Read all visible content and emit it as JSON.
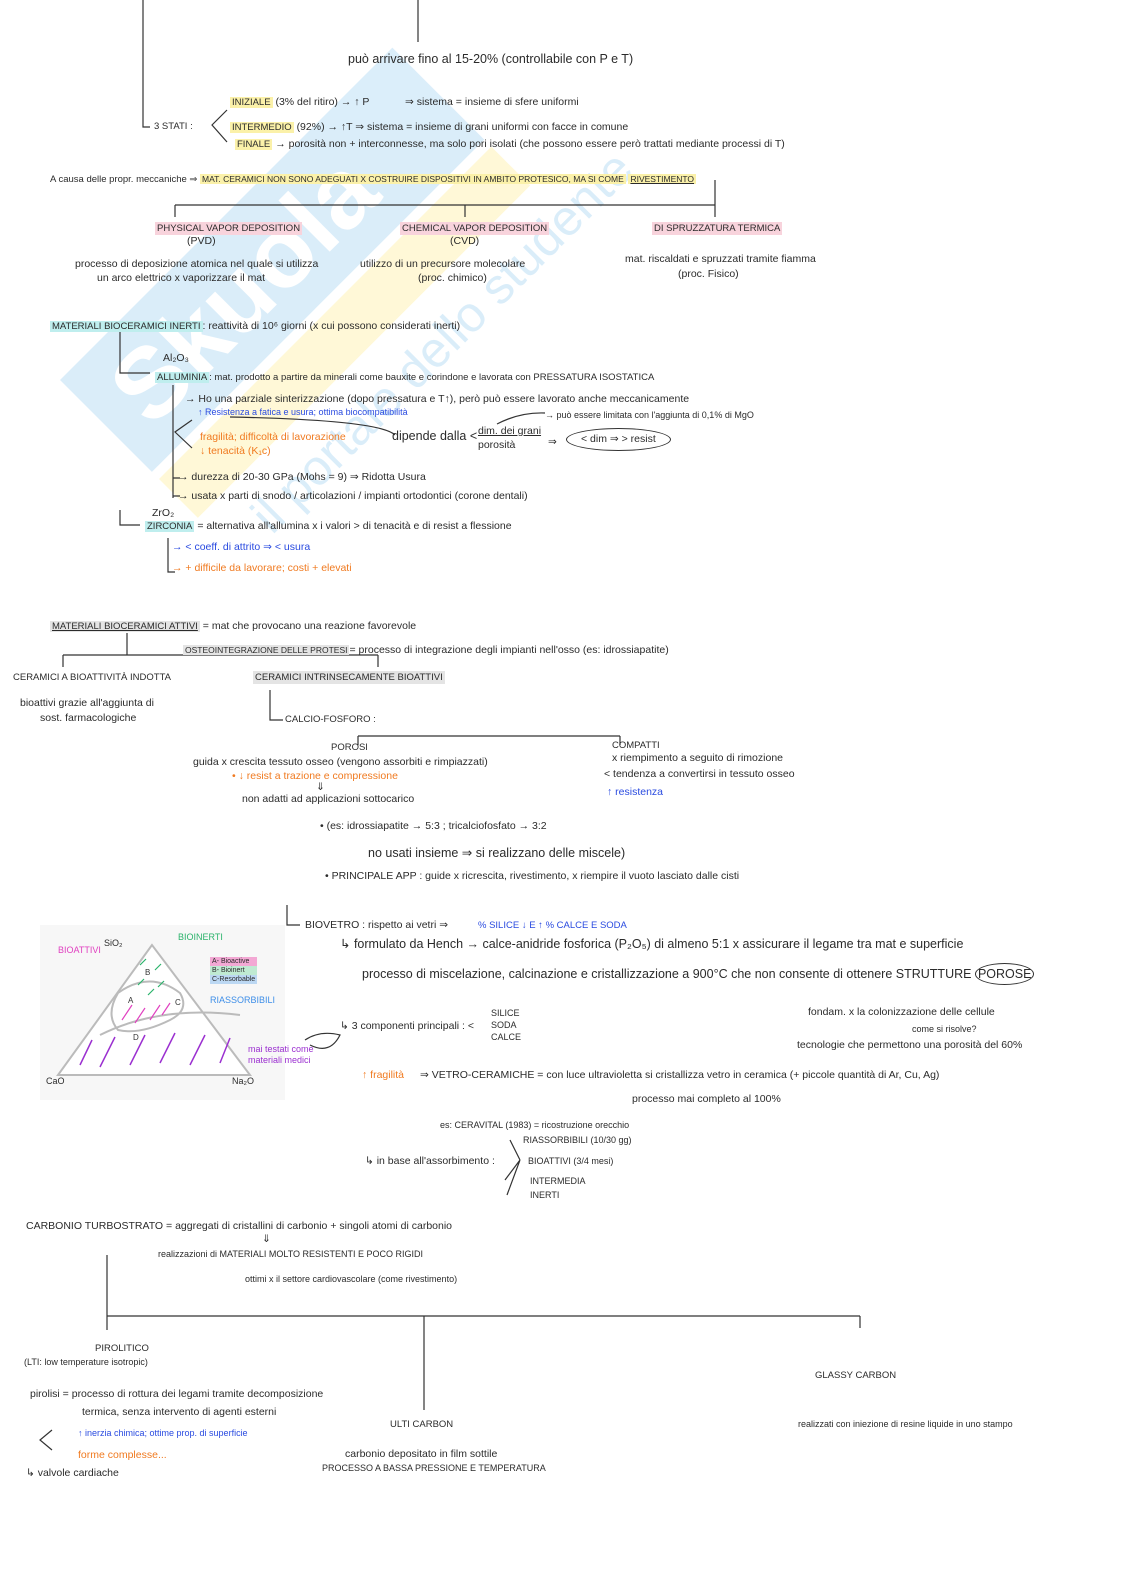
{
  "watermark": {
    "logo_text": "Skuola.net",
    "tagline": "il portale dello studente"
  },
  "sintering": {
    "limit": "può arrivare fino al 15-20% (controllabile con P e T)",
    "stati_label": "3 STATI :",
    "iniziale": "INIZIALE",
    "iniziale_rest": "(3% del ritiro) → ↑ P",
    "iniziale_result": "⇒ sistema = insieme di sfere uniformi",
    "intermedio": "INTERMEDIO",
    "intermedio_rest": "(92%) → ↑T ⇒ sistema = insieme di grani uniformi con facce in comune",
    "finale": "FINALE",
    "finale_rest": "→ porosità non + interconnesse, ma solo pori isolati (che possono essere però trattati mediante processi di T)"
  },
  "coatings": {
    "intro": "A causa delle propr. meccaniche ⇒",
    "intro_hl": "MAT. CERAMICI NON SONO ADEGUATI X COSTRUIRE DISPOSITIVI IN AMBITO PROTESICO, ma SI COME",
    "intro_end": "RIVESTIMENTO",
    "pvd": {
      "title": "PHYSICAL VAPOR DEPOSITION",
      "abbr": "(PVD)",
      "desc1": "processo di deposizione atomica nel quale si utilizza",
      "desc2": "un arco elettrico x vaporizzare il mat"
    },
    "cvd": {
      "title": "CHEMICAL VAPOR DEPOSITION",
      "abbr": "(CVD)",
      "desc1": "utilizzo di un precursore molecolare",
      "desc2": "(proc. chimico)"
    },
    "thermal": {
      "title": "DI SPRUZZATURA TERMICA",
      "desc1": "mat. riscaldati e spruzzati tramite fiamma",
      "desc2": "(proc. Fisico)"
    }
  },
  "inerti": {
    "title": "MATERIALI BIOCERAMICI INERTI",
    "def": ": reattività di 10⁶ giorni (x cui possono considerati inerti)",
    "al_formula": "Al₂O₃",
    "al_title": "ALLUMINIA",
    "al_def": ": mat. prodotto a partire da minerali come bauxite e corindone e lavorata con PRESSATURA ISOSTATICA",
    "al_sinter": "→ Ho una parziale sinterizzazione (dopo pressatura e T↑), però può essere lavorato anche meccanicamente",
    "al_pro": "↑ Resistenza a fatica e usura; ottima biocompatibilità",
    "al_mgo": "→ può essere limitata con l'aggiunta di 0,1% di MgO",
    "al_con1": "fragilità; difficoltà di lavorazione",
    "al_con2": "↓ tenacità (K₁c)",
    "depends": "dipende dalla <",
    "grain": "dim. dei grani",
    "porosity": "porosità",
    "implies": "⇒",
    "resist": "< dim ⇒ > resist",
    "hardness": "→ durezza di 20-30 GPa (Mohs = 9) ⇒ Ridotta Usura",
    "usage": "→ usata x parti di snodo / articolazioni / impianti ortodontici (corone dentali)",
    "zr_formula": "ZrO₂",
    "zr_title": "ZIRCONIA",
    "zr_def": "= alternativa all'allumina x i valori > di tenacità e di resist a flessione",
    "zr_pro": "→ < coeff. di attrito ⇒ < usura",
    "zr_con": "→ + difficile da lavorare; costi + elevati"
  },
  "attivi": {
    "title": "MATERIALI BIOCERAMICI ATTIVI",
    "def": "= mat che provocano una reazione favorevole",
    "osteo": "OSTEOINTEGRAZIONE DELLE PROTESI",
    "osteo_def": "= processo di integrazione degli impianti nell'osso (es: idrossiapatite)",
    "indotta": "CERAMICI A BIOATTIVITÀ INDOTTA",
    "indotta_desc1": "bioattivi grazie all'aggiunta di",
    "indotta_desc2": "sost. farmacologiche",
    "intrinseci": "CERAMICI INTRINSECAMENTE BIOATTIVI",
    "cap": "CALCIO-FOSFORO :",
    "porosi": "POROSI",
    "porosi_desc": "guida x crescita tessuto osseo (vengono assorbiti e rimpiazzati)",
    "porosi_con": "• ↓ resist a trazione e compressione",
    "porosi_arrow": "⇓",
    "porosi_res": "non adatti ad applicazioni sottocarico",
    "compatti": "COMPATTI",
    "compatti_desc1": "x riempimento a seguito di rimozione",
    "compatti_desc2": "< tendenza a convertirsi in tessuto osseo",
    "compatti_pro": "↑ resistenza",
    "example": "• (es: idrossiapatite → 5:3 ;  tricalciofosfato → 3:2",
    "example2": "no usati insieme ⇒ si realizzano delle miscele)",
    "app": "• PRINCIPALE APP :  guide x ricrescita, rivestimento, x riempire il vuoto lasciato dalle cisti"
  },
  "biovetro": {
    "title": "BIOVETRO : rispetto ai vetri ⇒",
    "title_blue": "% SILICE ↓  e  ↑ % CALCE E SODA",
    "hench": "↳ formulato da Hench → calce-anidride fosforica (P₂O₅) di almeno 5:1 x assicurare il legame tra mat e superficie",
    "process": "processo di miscelazione, calcinazione e cristallizzazione a 900°C che non consente di ottenere STRUTTURE",
    "porose": "POROSE",
    "colon": "fondam. x la colonizzazione delle cellule",
    "question": "come si risolve?",
    "tech": "tecnologie che permettono una porosità del 60%",
    "components": "↳ 3 componenti principali : <",
    "comp_items": [
      "SILICE",
      "SODA",
      "CALCE"
    ],
    "frag": "↑ fragilità",
    "vetro": "⇒ VETRO-CERAMICHE = con luce ultravioletta si cristallizza vetro in ceramica (+ piccole quantità di Ar, Cu, Ag)",
    "never": "processo mai completo al 100%",
    "ceravital": "es: CERAVITAL (1983) = ricostruzione orecchio",
    "absorb": "↳ in base all'assorbimento :",
    "absorb_items": [
      "RIASSORBIBILI (10/30 gg)",
      "BIOATTIVI (3/4 mesi)",
      "INTERMEDIA",
      "INERTI"
    ]
  },
  "diagram": {
    "bioattivi": "BIOATTIVI",
    "bioinerti": "BIOINERTI",
    "riassorbibili": "RIASSORBIBILI",
    "never_tested": [
      "mai testati come",
      "materiali medici"
    ],
    "sio2": "SiO₂",
    "cao": "CaO",
    "na2o": "Na₂O",
    "regions": [
      "A",
      "B",
      "C",
      "D"
    ],
    "legend": [
      "A- Bioactive",
      "B- Bioinert",
      "C-Resorbable"
    ],
    "colors": {
      "bioactive": "#f3a8d4",
      "bioinert": "#bfead2",
      "resorbable": "#bcd8f3"
    }
  },
  "carbonio": {
    "title": "CARBONIO TURBOSTRATO = aggregati di cristallini di carbonio + singoli atomi di carbonio",
    "arrow": "⇓",
    "real": "realizzazioni di MATERIALI MOLTO RESISTENTI E POCO RIGIDI",
    "optimal": "ottimi x il settore cardiovascolare (come rivestimento)",
    "pirolitico": "PIROLITICO",
    "lti": "(LTI: low temperature isotropic)",
    "pirolisi1": "pirolisi = processo di rottura dei legami tramite decomposizione",
    "pirolisi2": "termica, senza intervento di agenti esterni",
    "pro": "↑ inerzia chimica; ottime prop. di superficie",
    "con": "forme complesse...",
    "valvole": "↳ valvole cardiache",
    "ulti": "ULTI CARBON",
    "ulti1": "carbonio depositato in film sottile",
    "ulti2": "PROCESSO A BASSA PRESSIONE E TEMPERATURA",
    "glassy": "GLASSY CARBON",
    "glassy1": "realizzati con iniezione di resine liquide in uno stampo"
  }
}
